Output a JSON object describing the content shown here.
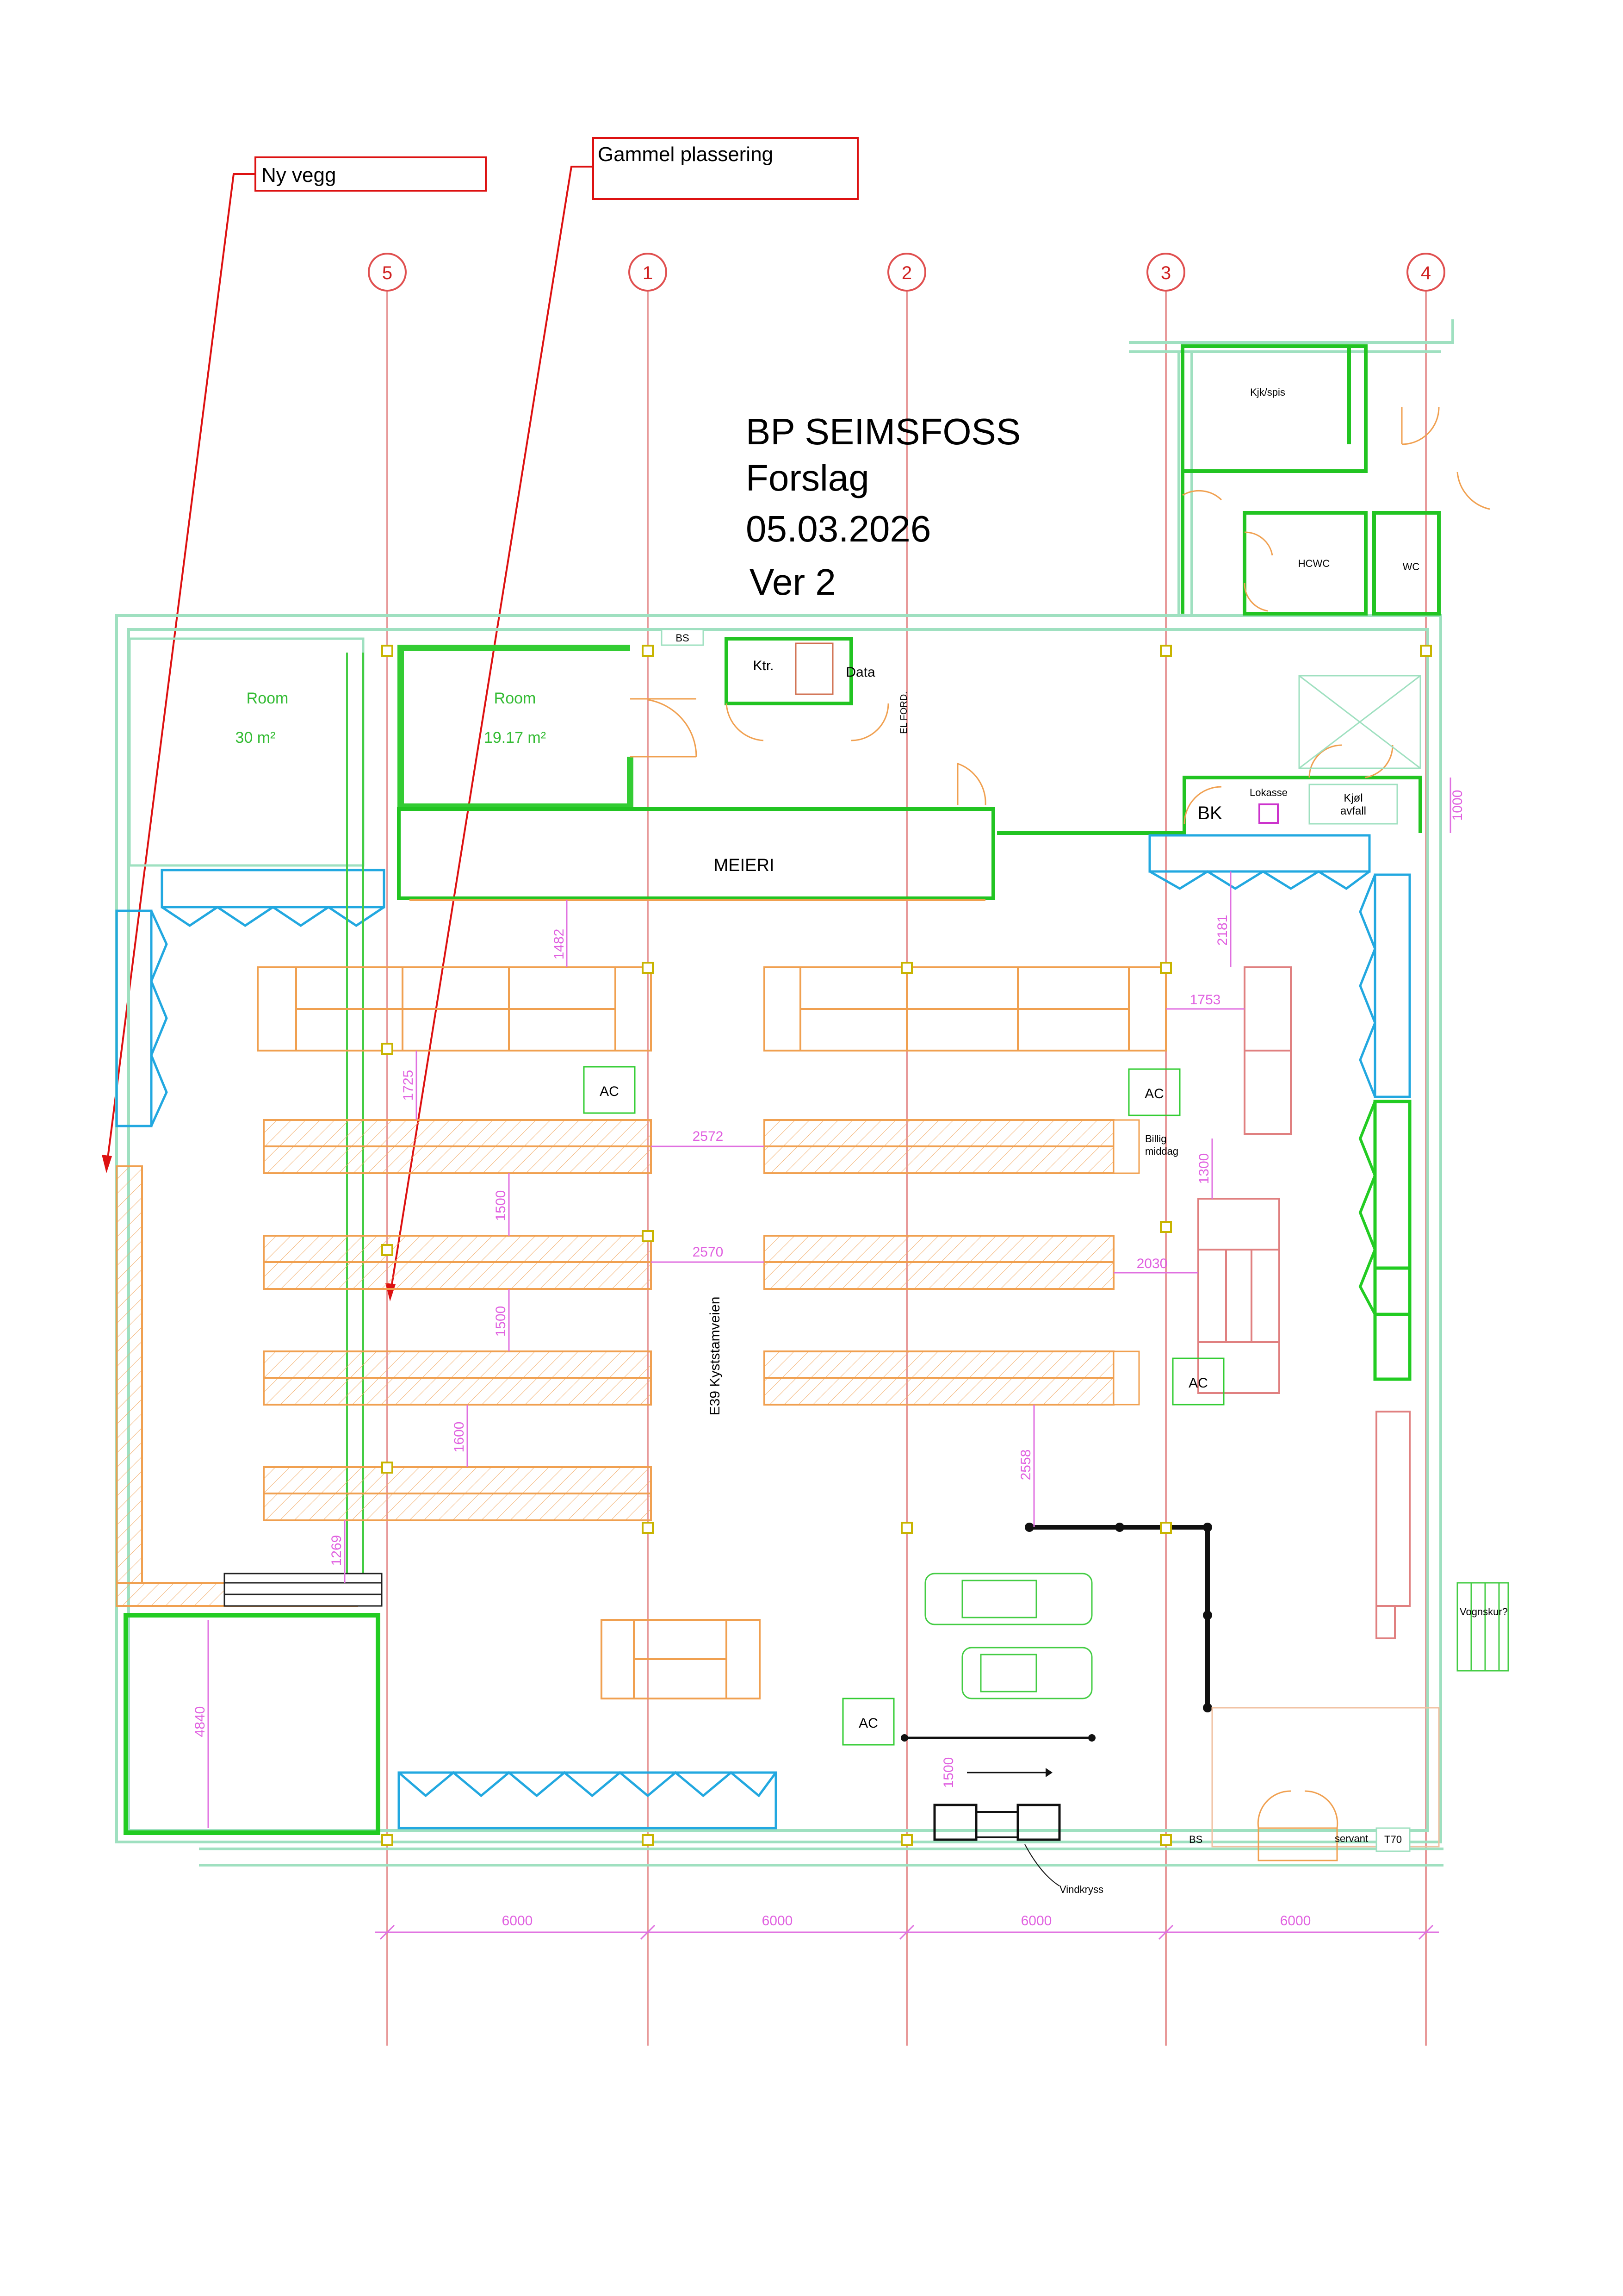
{
  "title": {
    "line1": "BP SEIMSFOSS",
    "line2": "Forslag",
    "line3": "05.03.2026",
    "line4": "Ver 2"
  },
  "callouts": {
    "new_wall": "Ny vegg",
    "old_location": "Gammel plassering"
  },
  "grid_axes": [
    "5",
    "1",
    "2",
    "3",
    "4"
  ],
  "grid_dimensions": [
    "6000",
    "6000",
    "6000",
    "6000"
  ],
  "rooms": {
    "room1_name": "Room",
    "room1_area": "30 m²",
    "room2_name": "Room",
    "room2_area": "19.17 m²",
    "kitchen": "Kjk/spis",
    "hcwc": "HCWC",
    "wc": "WC",
    "ktr": "Ktr.",
    "data": "Data",
    "el_ford": "EL FORD.",
    "bs_top": "BS",
    "meieri": "MEIERI",
    "bk": "BK",
    "lokasse": "Lokasse",
    "kjol_avfall_1": "Kjøl",
    "kjol_avfall_2": "avfall",
    "billig_1": "Billig",
    "billig_2": "middag",
    "road": "E39 Kyststamveien",
    "vognskur": "Vognskur?",
    "servant": "servant",
    "t70": "T70",
    "bs_bottom": "BS",
    "vindkryss": "Vindkryss"
  },
  "ac_labels": [
    "AC",
    "AC",
    "AC",
    "AC"
  ],
  "dimensions": {
    "d1482": "1482",
    "d2181": "2181",
    "d1753": "1753",
    "d1725": "1725",
    "d2572": "2572",
    "d1300": "1300",
    "d1500a": "1500",
    "d2570": "2570",
    "d2030": "2030",
    "d1500b": "1500",
    "d1600": "1600",
    "d2558": "2558",
    "d1269": "1269",
    "d4840": "4840",
    "d1000": "1000",
    "d1500c": "1500"
  },
  "colors": {
    "grid": "#e89a9a",
    "walls": "#9fe0c0",
    "new_walls": "#33cc33",
    "shelves": "#f0a050",
    "coolers": "#22a8e0",
    "dimensions": "#e070e0",
    "callouts": "#dd1111"
  }
}
